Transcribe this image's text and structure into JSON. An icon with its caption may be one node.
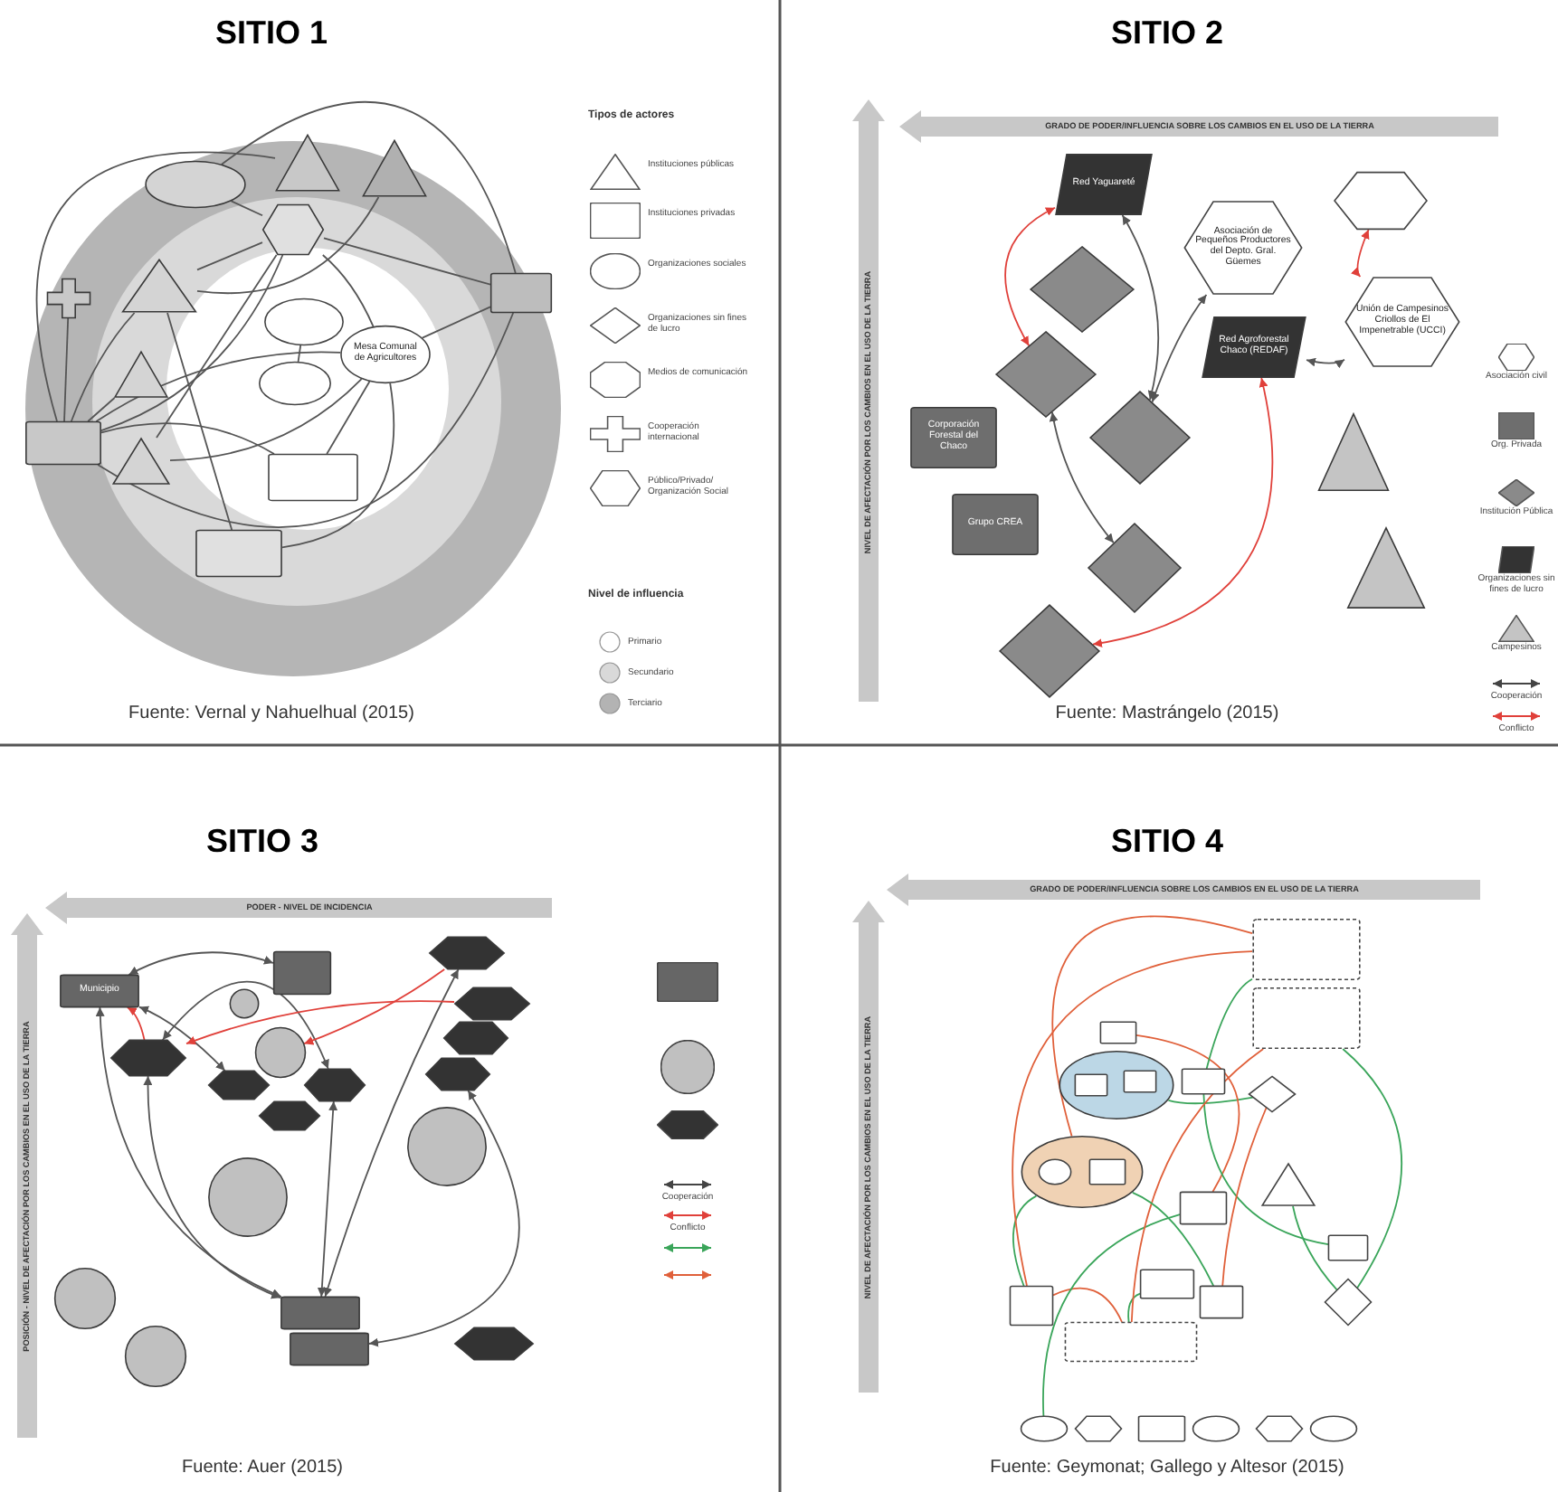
{
  "diagram": {
    "nodes": [
      {
        "text": [],
        "shape": "ellipse"
      },
      {
        "text": [],
        "shape": "triangle"
      },
      {
        "text": [],
        "shape": "triangle"
      },
      {
        "text": [],
        "shape": "hexagon"
      },
      {
        "text": [],
        "shape": "cross"
      },
      {
        "text": [],
        "shape": "triangle"
      },
      {
        "text": [],
        "shape": "box"
      },
      {
        "text": [],
        "shape": "ellipse"
      },
      {
        "text": [
          "Mesa Comunal de Agricultores"
        ]
      },
      {
        "text": [],
        "shape": "ellipse"
      },
      {
        "text": [],
        "shape": "triangle"
      },
      {
        "text": [],
        "shape": "box"
      },
      {
        "text": [],
        "shape": "triangle"
      },
      {
        "text": [],
        "shape": "box"
      },
      {
        "text": [],
        "shape": "box"
      },
      {
        "text": [
          "Red Yaguareté"
        ]
      },
      {
        "text": [],
        "shape": "diamond"
      },
      {
        "text": [
          "Asociación de Pequeños Productores del Depto. Gral. Güemes"
        ]
      },
      {
        "text": [],
        "shape": "hexagon"
      },
      {
        "text": [
          "Unión de Campesinos Criollos de El Impenetrable (UCCI)"
        ]
      },
      {
        "text": [],
        "shape": "diamond"
      },
      {
        "text": [
          "Red Agroforestal Chaco (REDAF)"
        ]
      },
      {
        "text": [],
        "shape": "diamond"
      },
      {
        "text": [
          "Corporación Forestal del Chaco"
        ]
      },
      {
        "text": [
          "Grupo CREA"
        ]
      },
      {
        "text": [],
        "shape": "triangle"
      },
      {
        "text": [],
        "shape": "diamond"
      },
      {
        "text": [],
        "shape": "triangle"
      },
      {
        "text": [],
        "shape": "diamond"
      },
      {
        "text": [
          "Municipio"
        ]
      },
      {
        "text": [],
        "shape": "box"
      },
      {
        "text": [],
        "shape": "hexagon"
      },
      {
        "text": [],
        "shape": "circle"
      },
      {
        "text": [],
        "shape": "hexagon"
      },
      {
        "text": [],
        "shape": "hexagon"
      },
      {
        "text": [],
        "shape": "circle"
      },
      {
        "text": [],
        "shape": "hexagon"
      },
      {
        "text": [],
        "shape": "hexagon"
      },
      {
        "text": [],
        "shape": "hexagon"
      },
      {
        "text": [],
        "shape": "hexagon"
      },
      {
        "text": [],
        "shape": "hexagon"
      },
      {
        "text": [],
        "shape": "circle"
      },
      {
        "text": [],
        "shape": "circle"
      },
      {
        "text": [],
        "shape": "circle"
      },
      {
        "text": [],
        "shape": "circle"
      },
      {
        "text": [],
        "shape": "box"
      },
      {
        "text": [],
        "shape": "box"
      },
      {
        "text": [],
        "shape": "hexagon"
      },
      {
        "text": [],
        "shape": "box"
      },
      {
        "text": [],
        "shape": "box"
      },
      {
        "text": [],
        "shape": "ellipse"
      },
      {
        "text": [],
        "shape": "box",
        "in": 50
      },
      {
        "text": [],
        "shape": "box",
        "in": 50
      },
      {
        "text": [],
        "shape": "ellipse"
      },
      {
        "text": [],
        "shape": "ellipse",
        "in": 53
      },
      {
        "text": [],
        "shape": "box",
        "in": 53
      },
      {
        "text": [],
        "shape": "box"
      },
      {
        "text": [],
        "shape": "box"
      },
      {
        "text": [],
        "shape": "diamond"
      },
      {
        "text": [],
        "shape": "triangle"
      },
      {
        "text": [],
        "shape": "box"
      },
      {
        "text": [],
        "shape": "box"
      },
      {
        "text": [],
        "shape": "box"
      },
      {
        "text": [],
        "shape": "box"
      },
      {
        "text": [],
        "shape": "box"
      },
      {
        "text": [],
        "shape": "diamond"
      },
      {
        "text": [],
        "shape": "ellipse"
      },
      {
        "text": [],
        "shape": "hexagon"
      },
      {
        "text": [],
        "shape": "box"
      },
      {
        "text": [],
        "shape": "ellipse"
      },
      {
        "text": [],
        "shape": "hexagon"
      },
      {
        "text": [],
        "shape": "ellipse"
      },
      {
        "text": [],
        "shape": "box"
      }
    ],
    "edges": [
      {
        "from": 0,
        "to": 3,
        "arrow": "none"
      },
      {
        "from": 0,
        "to": 6,
        "arrow": "none"
      },
      {
        "from": 3,
        "to": 6,
        "arrow": "none"
      },
      {
        "from": 3,
        "to": 5,
        "arrow": "none"
      },
      {
        "from": 3,
        "to": 8,
        "arrow": "none"
      },
      {
        "from": 3,
        "to": 11,
        "arrow": "none"
      },
      {
        "from": 5,
        "to": 11,
        "arrow": "none"
      },
      {
        "from": 5,
        "to": 14,
        "arrow": "none"
      },
      {
        "from": 3,
        "to": 12,
        "arrow": "none"
      },
      {
        "from": 11,
        "to": 6,
        "arrow": "none"
      },
      {
        "from": 11,
        "to": 8,
        "arrow": "none"
      },
      {
        "from": 11,
        "to": 13,
        "arrow": "none"
      },
      {
        "from": 12,
        "to": 8,
        "arrow": "none"
      },
      {
        "from": 13,
        "to": 8,
        "arrow": "none"
      },
      {
        "from": 1,
        "to": 11,
        "arrow": "none"
      },
      {
        "from": 2,
        "to": 5,
        "arrow": "none"
      },
      {
        "from": 4,
        "to": 11,
        "arrow": "none"
      },
      {
        "from": 10,
        "to": 11,
        "arrow": "none"
      },
      {
        "from": 7,
        "to": 9,
        "arrow": "none"
      },
      {
        "from": 6,
        "to": 8,
        "arrow": "none"
      },
      {
        "from": 14,
        "to": 8,
        "arrow": "none"
      },
      {
        "from": 15,
        "to": 20,
        "arrow": "both",
        "color": "#e0403a"
      },
      {
        "from": 15,
        "to": 22,
        "arrow": "both"
      },
      {
        "from": 22,
        "to": 17,
        "arrow": "both"
      },
      {
        "from": 21,
        "to": 19,
        "arrow": "both"
      },
      {
        "from": 19,
        "to": 18,
        "arrow": "both",
        "color": "#e0403a"
      },
      {
        "from": 20,
        "to": 26,
        "arrow": "both"
      },
      {
        "from": 21,
        "to": 28,
        "arrow": "both",
        "color": "#e0403a"
      },
      {
        "from": 29,
        "to": 30,
        "arrow": "both"
      },
      {
        "from": 29,
        "to": 37,
        "arrow": "both"
      },
      {
        "from": 29,
        "to": 45,
        "arrow": "both"
      },
      {
        "from": 34,
        "to": 45,
        "arrow": "both"
      },
      {
        "from": 34,
        "to": 38,
        "arrow": "both"
      },
      {
        "from": 38,
        "to": 45,
        "arrow": "both"
      },
      {
        "from": 31,
        "to": 45,
        "arrow": "both"
      },
      {
        "from": 40,
        "to": 46,
        "arrow": "both"
      },
      {
        "from": 33,
        "to": 34,
        "arrow": "to",
        "color": "#e0403a"
      },
      {
        "from": 31,
        "to": 35,
        "arrow": "to",
        "color": "#e0403a"
      },
      {
        "from": 34,
        "to": 29,
        "arrow": "to",
        "color": "#e0403a"
      },
      {
        "from": 48,
        "to": 53,
        "arrow": "none",
        "color": "#e0603a"
      },
      {
        "from": 49,
        "to": 65,
        "arrow": "none",
        "color": "#3aa55a"
      },
      {
        "from": 50,
        "to": 58,
        "arrow": "none",
        "color": "#3aa55a"
      },
      {
        "from": 53,
        "to": 72,
        "arrow": "none",
        "color": "#3aa55a"
      },
      {
        "from": 56,
        "to": 60,
        "arrow": "none",
        "color": "#e0603a"
      },
      {
        "from": 57,
        "to": 61,
        "arrow": "none",
        "color": "#3aa55a"
      },
      {
        "from": 58,
        "to": 63,
        "arrow": "none",
        "color": "#e0603a"
      },
      {
        "from": 59,
        "to": 65,
        "arrow": "none",
        "color": "#3aa55a"
      },
      {
        "from": 62,
        "to": 64,
        "arrow": "none",
        "color": "#3aa55a"
      },
      {
        "from": 64,
        "to": 72,
        "arrow": "none",
        "color": "#e0603a"
      },
      {
        "from": 60,
        "to": 66,
        "arrow": "none",
        "color": "#3aa55a"
      },
      {
        "from": 49,
        "to": 64,
        "arrow": "none",
        "color": "#e0603a"
      },
      {
        "from": 48,
        "to": 57,
        "arrow": "none",
        "color": "#3aa55a"
      },
      {
        "from": 53,
        "to": 63,
        "arrow": "none",
        "color": "#3aa55a"
      },
      {
        "from": 72,
        "to": 48,
        "arrow": "none",
        "color": "#e0603a"
      }
    ],
    "labels": [
      "SITIO 1",
      "Tipos de actores",
      "Nivel de influencia",
      "Fuente: Vernal y Nahuelhual (2015)",
      "SITIO 2",
      "GRADO DE PODER/INFLUENCIA SOBRE LOS CAMBIOS EN EL USO DE LA TIERRA",
      "NIVEL DE AFECTACIÓN POR LOS CAMBIOS EN EL USO DE LA TIERRA",
      "Fuente: Mastrángelo (2015)",
      "SITIO 3",
      "PODER - NIVEL DE INCIDENCIA",
      "POSICIÓN - NIVEL DE AFECTACIÓN POR LOS CAMBIOS EN EL USO DE LA TIERRA",
      "Fuente: Auer (2015)",
      "SITIO 4",
      "GRADO DE PODER/INFLUENCIA SOBRE LOS CAMBIOS EN EL USO DE LA TIERRA",
      "NIVEL DE AFECTACIÓN POR LOS CAMBIOS EN EL USO DE LA TIERRA",
      "Fuente: Geymonat; Gallego y Altesor (2015)"
    ],
    "legend": [
      {
        "text": "Instituciones públicas"
      },
      {
        "text": "Instituciones privadas"
      },
      {
        "text": "Organizaciones sociales"
      },
      {
        "text": "Organizaciones sin fines de lucro"
      },
      {
        "text": "Medios de comunicación"
      },
      {
        "text": "Cooperación internacional"
      },
      {
        "text": "Público/Privado/ Organización Social"
      },
      {
        "text": "Primario",
        "color": "#ffffff"
      },
      {
        "text": "Secundario",
        "color": "#d9d9d9"
      },
      {
        "text": "Terciario",
        "color": "#b3b3b3"
      },
      {
        "text": "Asociación civil"
      },
      {
        "text": "Org. Privada"
      },
      {
        "text": "Institución Pública"
      },
      {
        "text": "Organizaciones sin fines de lucro"
      },
      {
        "text": "Campesinos"
      },
      {
        "text": "Cooperación"
      },
      {
        "text": "Conflicto"
      },
      {
        "text": "Cooperación"
      },
      {
        "text": "Conflicto"
      }
    ]
  }
}
